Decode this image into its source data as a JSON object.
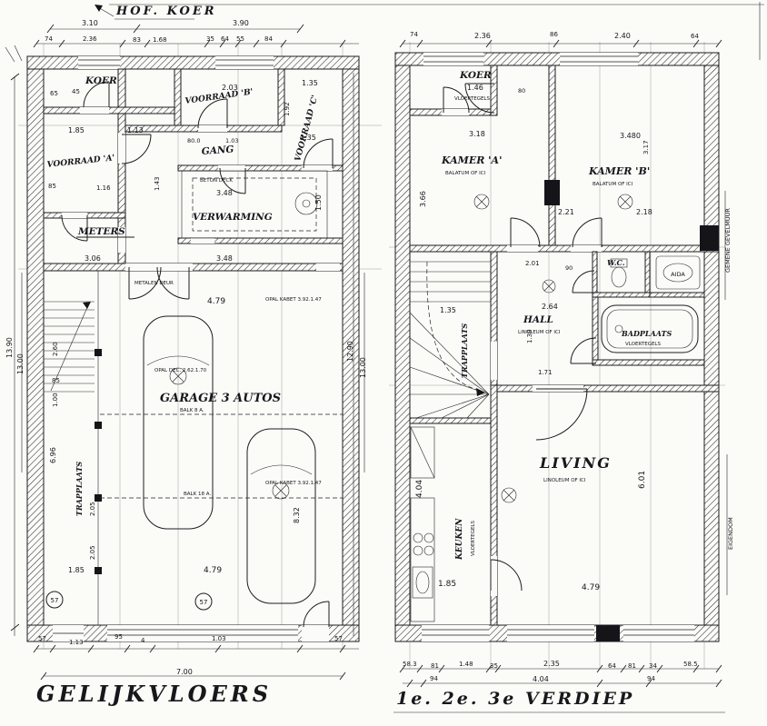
{
  "site_title": "HOF. KOER",
  "left": {
    "title": "GELIJKVLOERS",
    "rooms": {
      "koer": "KOER",
      "voorraad_a": "VOORRAAD 'A'",
      "voorraad_b": "VOORRAAD 'B'",
      "voorraad_c": "VOORRAAD 'C'",
      "gang": "GANG",
      "verwarming": "VERWARMING",
      "meters": "METERS",
      "garage": "GARAGE 3 AUTOS",
      "trapplaats": "TRAPPLAATS"
    },
    "notes": {
      "beton_deck": "BETON DECK",
      "metalen_deur": "METALEN DEUR",
      "opal_kabet_1": "OPAL KABET 3.92.1.47",
      "opal_dec": "OPAL DEC. 2.62.1.70",
      "opal_kabet_2": "OPAL KABET 3.92.1.47",
      "balk_8a": "BALK 8 A.",
      "balk_18a": "BALK 18 A.",
      "marker_57_a": "57",
      "marker_57_b": "57"
    },
    "dims": {
      "top_310": "3.10",
      "top_390": "3.90",
      "t74": "74",
      "t236": "2.36",
      "t83": "83",
      "t168": "1.68",
      "t35": "35",
      "t64": "64",
      "t55": "55",
      "t84": "84",
      "d65": "65",
      "d45": "45",
      "d203": "2.03",
      "d135_top": "1.35",
      "d192": "1.92",
      "d135_c": "1.35",
      "d185": "1.85",
      "d113": "1.13",
      "d800": "80.0",
      "d103": "1.03",
      "d116": "1.16",
      "d143": "1.43",
      "d348_a": "3.48",
      "d150": "1.50",
      "d85_a": "85",
      "d306": "3.06",
      "d348_b": "3.48",
      "d479_a": "4.79",
      "d1390": "13.90",
      "d1300_l": "13.00",
      "d1290": "12.90",
      "d1300_r": "13.00",
      "d260": "2.60",
      "d85_b": "85",
      "d100": "1.00",
      "d696": "6.96",
      "d205_a": "2.05",
      "d205_b": "2.05",
      "d832": "8.32",
      "d185_b": "1.85",
      "d479_b": "4.79",
      "b57_l": "57",
      "b113": "1.13",
      "b95": "95",
      "b4": "4",
      "b103": "1.03",
      "b57_r": "57",
      "b700": "7.00"
    }
  },
  "right": {
    "title": "1e. 2e. 3e  VERDIEP",
    "rooms": {
      "koer": "KOER",
      "kamer_a": "KAMER 'A'",
      "kamer_b": "KAMER 'B'",
      "wc": "W.C.",
      "hall": "HALL",
      "badplaats": "BADPLAATS",
      "trapplaats": "TRAPPLAATS",
      "living": "LIVING",
      "keuken": "KEUKEN",
      "aida": "AIDA"
    },
    "notes": {
      "tegels_koer": "VLOERTEGELS",
      "balatum_a": "BALATUM OF ICI",
      "balatum_b": "BALATUM OF ICI",
      "lino_hall": "LINOLEUM OF ICI",
      "tegels_bad": "VLOERTEGELS",
      "lino_living": "LINOLEUM OF ICI",
      "tegels_keuken": "VLOERTEGELS",
      "wall_note": "GEMENE GEVELMUUR",
      "eigendom_note": "EIGENDOM"
    },
    "dims": {
      "t74": "74",
      "t236": "2.36",
      "t86": "86",
      "t240": "2.40",
      "t64": "64",
      "d146": "1.46",
      "d80": "80",
      "d318": "3.18",
      "d3480": "3.480",
      "d317": "3.17",
      "d366": "3.66",
      "d221": "2.21",
      "d218": "2.18",
      "d201": "2.01",
      "d90": "90",
      "d264": "2.64",
      "d135": "1.35",
      "d130": "1.30",
      "d171": "1.71",
      "d601": "6.01",
      "d404_v": "4.04",
      "d185": "1.85",
      "d479": "4.79",
      "b583": "58.3",
      "b81_l": "81",
      "b148": "1.48",
      "b35": "35",
      "b235": "2.35",
      "b64": "64",
      "b81_r": "81",
      "b34": "34",
      "b585": "58.5",
      "b94_l": "94",
      "b404": "4.04",
      "b94_r": "94"
    }
  }
}
